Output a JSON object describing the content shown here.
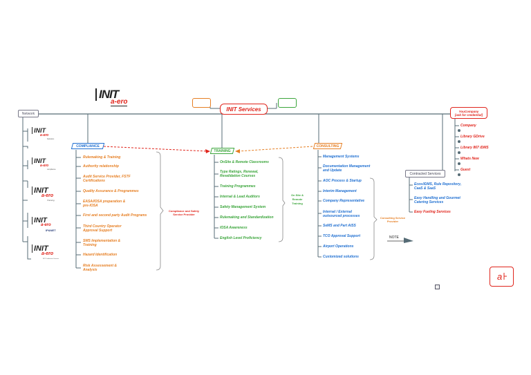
{
  "logo": {
    "brand": "INIT",
    "sub": "a-ero"
  },
  "root": {
    "label": "INIT Services"
  },
  "network": {
    "label": "Network",
    "items": [
      {
        "brand": "INIT",
        "sub": "a-ero",
        "caption": "Solutions"
      },
      {
        "brand": "INIT",
        "sub": "a-ero",
        "caption": "compliance"
      },
      {
        "brand": "INIT",
        "sub": "a-ero",
        "caption": "Training"
      },
      {
        "brand": "INIT",
        "sub": "a-ero",
        "caption": "IP&NET"
      },
      {
        "brand": "INIT",
        "sub": "a-ero",
        "caption": "INIT Certification Services"
      }
    ]
  },
  "compliance": {
    "label": "COMPLIANCE",
    "items": [
      "Rulemaking & Training",
      "Authority relationship",
      "Audit Service Provider, FSTF Certifications",
      "Quality Assurance & Programmes",
      "EASA/IOSA preparation & pre-IOSA",
      "First and second party Audit Programs",
      "Third Country Operator Approval Support",
      "SMS Implementation & Training",
      "Hazard Identification",
      "Risk Assessement & Analysis"
    ],
    "note": "Compliance and Safety Service Provider"
  },
  "training": {
    "label": "TRAINING",
    "items": [
      "OnSite & Remote Classrooms",
      "Type Ratings, Renewal, Revalidation Courses",
      "Training Programmes",
      "Internal & Lead Auditors",
      "Safety Management System",
      "Rulemaking and Standardization",
      "IOSA Awareness",
      "English Level Proficiency"
    ],
    "note": "On Site & Remote Training"
  },
  "consulting": {
    "label": "CONSULTING",
    "items": [
      "Management Systems",
      "Documentation Management and Update",
      "AOC Process & Startup",
      "Interim Management",
      "Company Representative",
      "Internal / External outsourced processes",
      "SeMS and Part AISS",
      "TCO Approval Support",
      "Airport Operations",
      "Customized solutions"
    ],
    "note": "Consulting Service Provider"
  },
  "contracted": {
    "label": "Contracted Services",
    "items": [
      {
        "text": "Ecos/iDMS, Rule Repository, CaaS & SaaS",
        "color": "blue"
      },
      {
        "text": "Easy Handling and Gourmet Catering Services",
        "color": "blue"
      },
      {
        "text": "Easy Fueling Services",
        "color": "red"
      }
    ]
  },
  "your_company": {
    "label": "YouCompany\n[ask for credential]",
    "items": [
      "Company",
      "Library GDrive",
      "Library 867 iDMS",
      "Whats New",
      "Guest"
    ]
  },
  "note_label": "NOTE",
  "colors": {
    "orange": "#e67e22",
    "green": "#3aa53a",
    "blue": "#1f6fd1",
    "red": "#e0241b",
    "line": "#556b75"
  }
}
